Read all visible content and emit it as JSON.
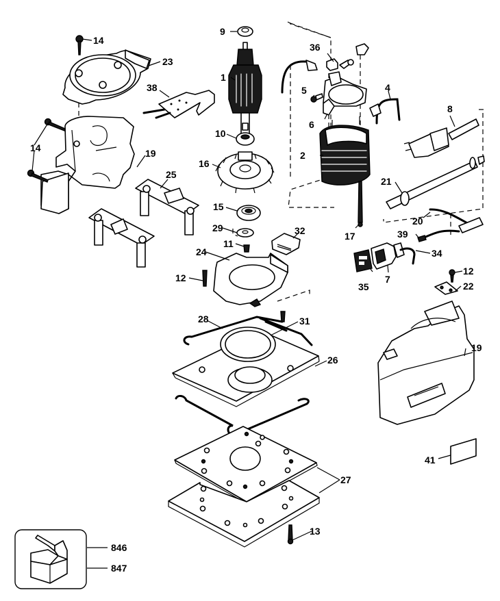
{
  "diagram": {
    "type": "exploded-parts-diagram",
    "subject": "orbital/palm sander",
    "callouts": {
      "armature": "1",
      "field": "2",
      "brush_spring_lead": "4",
      "screw_brush_holder": "5",
      "brush_holder": "6",
      "switch": "7",
      "cord_plug": "8",
      "bearing_top": "9",
      "bearing_mid": "10",
      "screw_11": "11",
      "screw_12_left": "12",
      "screw_12_right": "12",
      "screw_13": "13",
      "screw_14_top": "14",
      "screw_14_side": "14",
      "bearing_lower": "15",
      "fan": "16",
      "screw_17": "17",
      "housing_left": "19",
      "housing_right": "19",
      "lead_wire_20": "20",
      "cord_protector": "21",
      "cord_clamp": "22",
      "end_cap": "23",
      "counterweight_cup": "24",
      "foot_bracket": "25",
      "platen": "26",
      "pad_and_plate": "27",
      "clamp_spring_28": "28",
      "washer_29": "29",
      "clamp_spring_31": "31",
      "lever_32": "32",
      "lead_34": "34",
      "switch_boot": "35",
      "brush_36": "36",
      "brush_holder_plate": "38",
      "terminal_39": "39",
      "label_41": "41",
      "carton": "846",
      "carton_insert": "847"
    }
  }
}
